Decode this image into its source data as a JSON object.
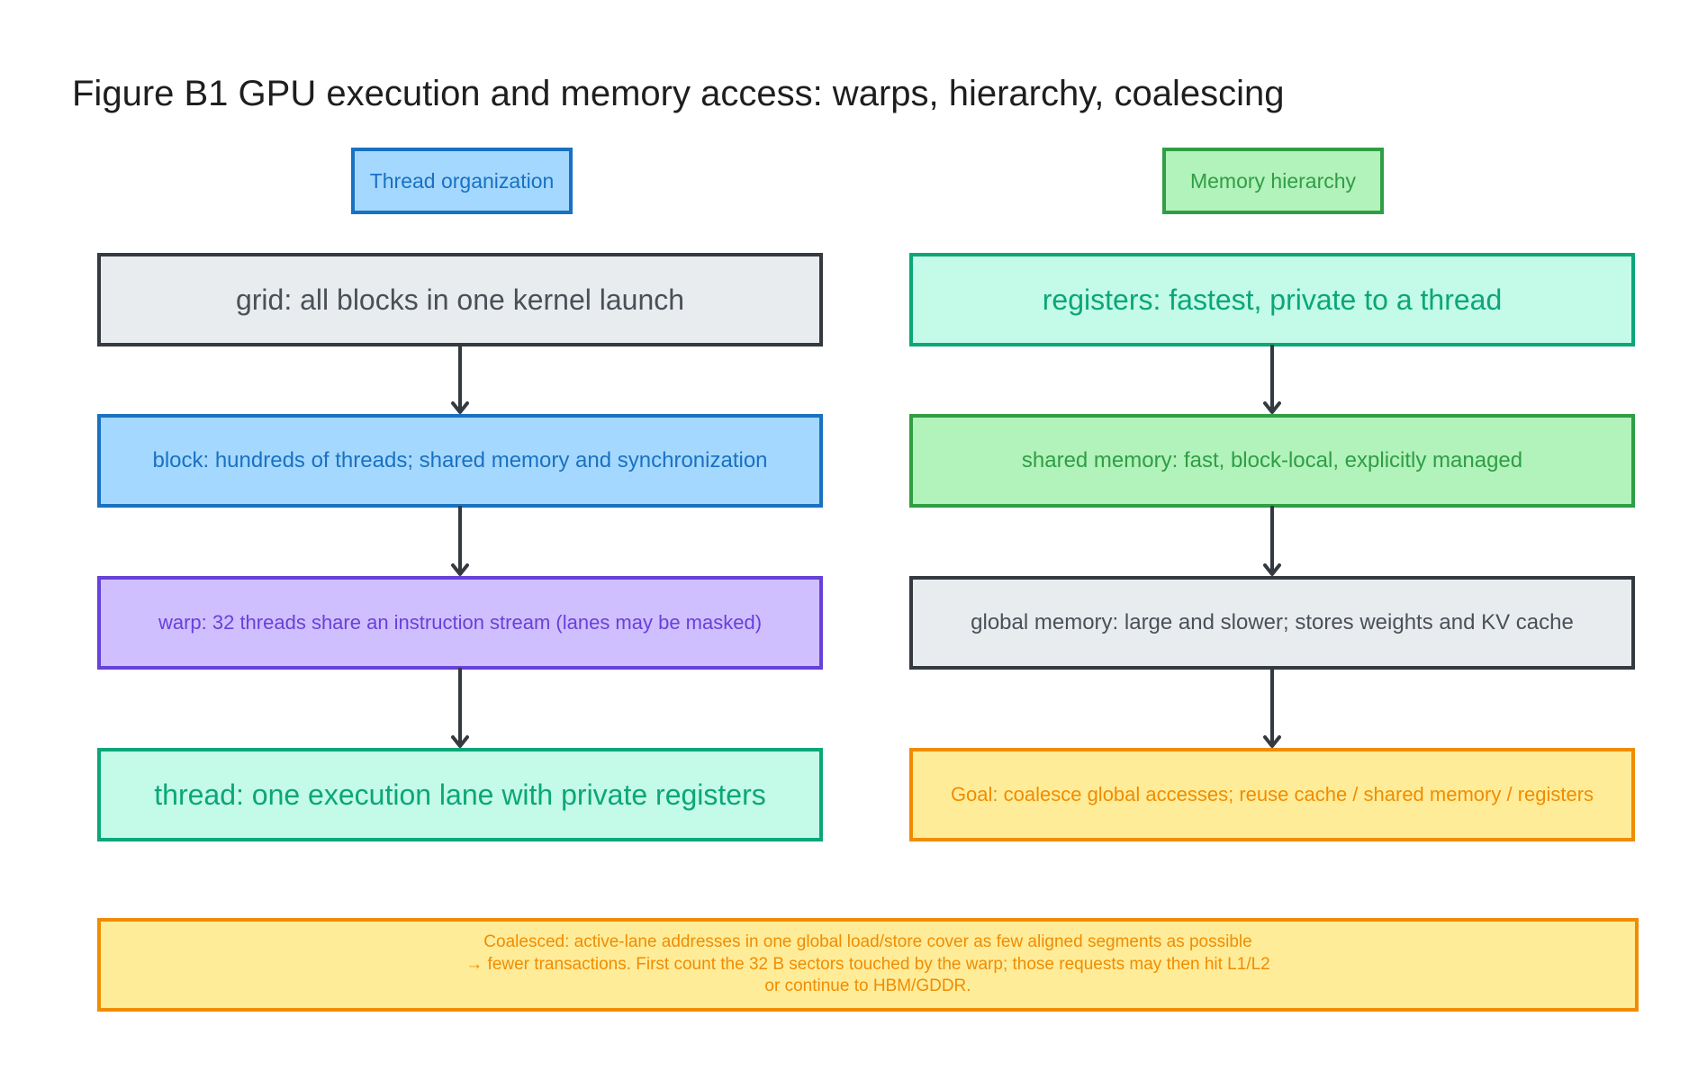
{
  "title": "Figure B1 GPU execution and memory access: warps, hierarchy, coalescing",
  "colors": {
    "grey_fill": "#e9ecef",
    "grey_stroke": "#343a40",
    "grey_text": "#495057",
    "blue_fill": "#a5d8ff",
    "blue_stroke": "#1971c2",
    "blue_text": "#1971c2",
    "purple_fill": "#d0bfff",
    "purple_stroke": "#6741d9",
    "purple_text": "#6741d9",
    "teal_fill": "#c3fae8",
    "teal_stroke": "#0ca678",
    "teal_text": "#0ca678",
    "green_fill": "#b2f2bb",
    "green_stroke": "#2f9e44",
    "green_text": "#2f9e44",
    "yellow_fill": "#ffec99",
    "orange_stroke": "#f08c00",
    "orange_text": "#f08c00",
    "arrow": "#343a40"
  },
  "left": {
    "header": "Thread organization",
    "boxes": [
      "grid: all blocks in one kernel launch",
      "block: hundreds of threads; shared memory and synchronization",
      "warp: 32 threads share an instruction stream (lanes may be masked)",
      "thread: one execution lane with private registers"
    ]
  },
  "right": {
    "header": "Memory hierarchy",
    "boxes": [
      "registers: fastest, private to a thread",
      "shared memory: fast, block-local, explicitly managed",
      "global memory: large and slower; stores weights and KV cache",
      "Goal: coalesce global accesses; reuse cache / shared memory / registers"
    ]
  },
  "note": {
    "lines": [
      "Coalesced: active-lane addresses in one global load/store cover as few aligned segments as possible",
      "→ fewer transactions. First count the 32 B sectors touched by the warp; those requests may then hit L1/L2",
      "or continue to HBM/GDDR."
    ]
  }
}
